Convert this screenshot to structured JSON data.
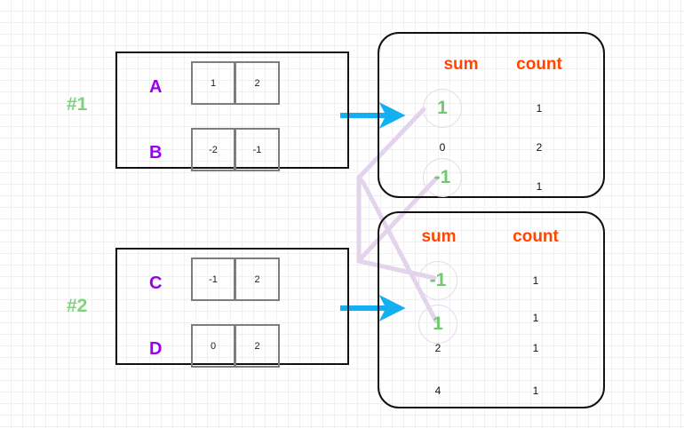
{
  "diagram": {
    "title": "groupwise sum and count aggregation",
    "colors": {
      "group_label": "#7ed27e",
      "row_label": "#9900ee",
      "header": "#ff4500",
      "highlight": "#6ccb6c",
      "arrow": "#12b0f0",
      "link": "#e3d4ec",
      "panel_border": "#111111",
      "cell_border": "#7d7d7d",
      "grid": "#e4e4e4"
    },
    "groups": [
      {
        "label": "#1",
        "rows": [
          {
            "name": "A",
            "values": [
              "1",
              "2"
            ]
          },
          {
            "name": "B",
            "values": [
              "-2",
              "-1"
            ]
          }
        ],
        "arrow_name": "arrow-group-1"
      },
      {
        "label": "#2",
        "rows": [
          {
            "name": "C",
            "values": [
              "-1",
              "2"
            ]
          },
          {
            "name": "D",
            "values": [
              "0",
              "2"
            ]
          }
        ],
        "arrow_name": "arrow-group-2"
      }
    ],
    "aggregates": [
      {
        "headers": {
          "sum": "sum",
          "count": "count"
        },
        "rows": [
          {
            "sum": "1",
            "count": "1",
            "highlight": true
          },
          {
            "sum": "0",
            "count": "2",
            "highlight": false
          },
          {
            "sum": "-1",
            "count": "1",
            "highlight": true
          }
        ]
      },
      {
        "headers": {
          "sum": "sum",
          "count": "count"
        },
        "rows": [
          {
            "sum": "-1",
            "count": "1",
            "highlight": true
          },
          {
            "sum": "1",
            "count": "1",
            "highlight": true
          },
          {
            "sum": "2",
            "count": "1",
            "highlight": false
          },
          {
            "sum": "4",
            "count": "1",
            "highlight": false
          }
        ]
      }
    ]
  }
}
